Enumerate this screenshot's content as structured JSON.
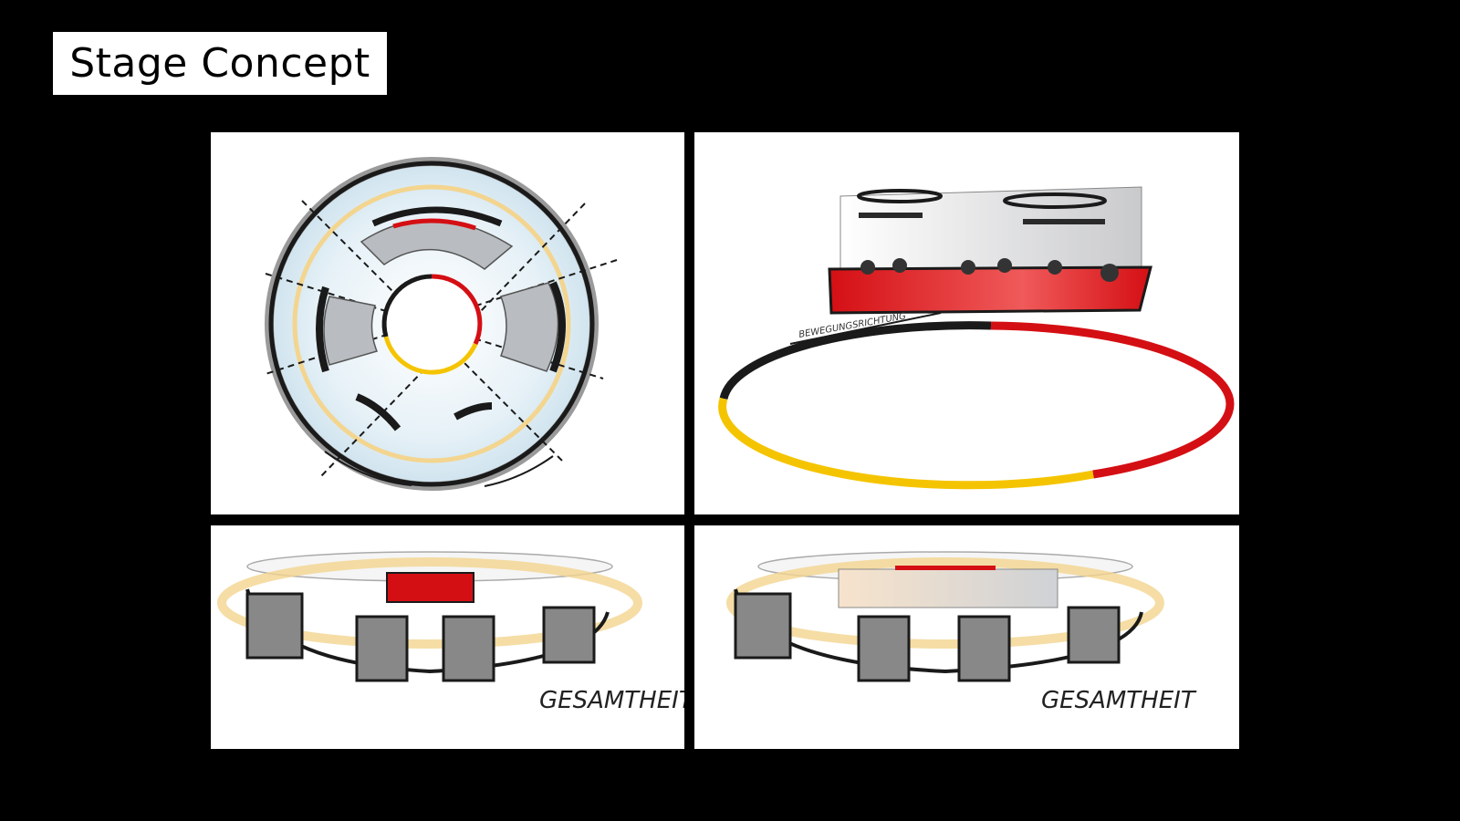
{
  "slide": {
    "title": "Stage Concept"
  },
  "panels": {
    "top_left": {},
    "top_right": {
      "sketch_note": "BEWEGUNGSRICHTUNG"
    },
    "bottom_left": {
      "sketch_label": "GESAMTHEIT"
    },
    "bottom_right": {
      "sketch_label": "GESAMTHEIT"
    }
  },
  "colors": {
    "background": "#000000",
    "black": "#1a1a1a",
    "red": "#d40f14",
    "gold": "#f5c400",
    "pale_gold": "#f3d58f"
  }
}
